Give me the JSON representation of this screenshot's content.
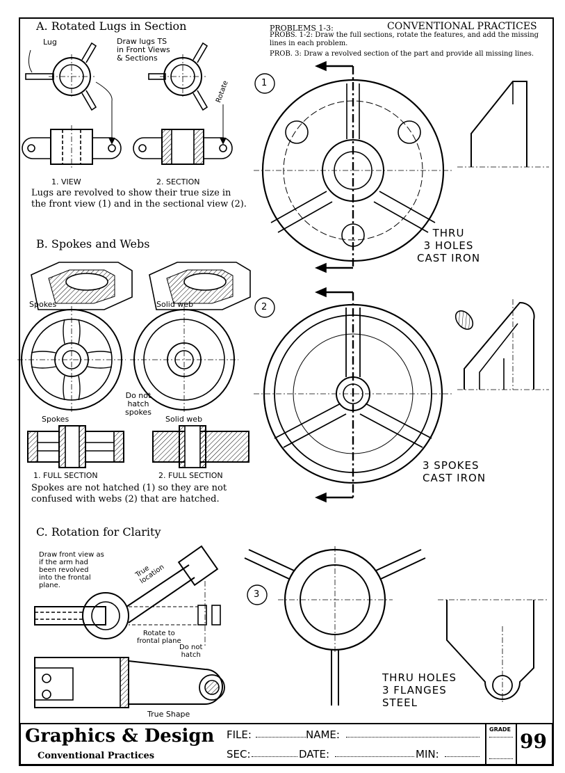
{
  "header": {
    "problems_title": "PROBLEMS 1-3:",
    "main_title": "CONVENTIONAL PRACTICES",
    "probs_1_2": "PROBS. 1-2: Draw the full sections, rotate the features, and add the missing lines in each problem.",
    "prob_3": "PROB. 3: Draw a revolved section of the part and provide all missing lines."
  },
  "section_a": {
    "heading": "A. Rotated Lugs in Section",
    "lug_label": "Lug",
    "draw_note": "Draw lugs TS\nin Front Views\n& Sections",
    "rotate_label": "Rotate",
    "view_label": "1. VIEW",
    "section_label": "2. SECTION",
    "caption": "Lugs are revolved to show their true size in the front view (1) and in the sectional view (2)."
  },
  "section_b": {
    "heading": "B. Spokes and Webs",
    "spokes_label": "Spokes",
    "solid_web_label": "Solid web",
    "do_not_hatch": "Do not\nhatch\nspokes",
    "spokes_label_2": "Spokes",
    "solid_web_label_2": "Solid web",
    "full_section_1": "1. FULL SECTION",
    "full_section_2": "2. FULL SECTION",
    "caption": "Spokes are not hatched (1) so they are not confused with webs (2) that are hatched."
  },
  "section_c": {
    "heading": "C. Rotation for Clarity",
    "draw_note": "Draw front view as\nif the arm had\nbeen revolved\ninto the frontal\nplane.",
    "true_location": "True\nlocation",
    "rotate_note": "Rotate to\nfrontal plane",
    "do_not_hatch": "Do not\nhatch",
    "true_shape": "True Shape"
  },
  "problems": {
    "p1_number": "1",
    "p1_note": "THRU\n3 HOLES\nCAST IRON",
    "p2_number": "2",
    "p2_note": "3 SPOKES\nCAST IRON",
    "p3_number": "3",
    "p3_note": "THRU HOLES\n3 FLANGES\nSTEEL"
  },
  "title_block": {
    "title": "Graphics & Design",
    "subtitle": "Conventional Practices",
    "file_label": "FILE:",
    "name_label": "NAME:",
    "sec_label": "SEC:",
    "date_label": "DATE:",
    "min_label": "MIN:",
    "grade_label": "GRADE",
    "sheet_number": "99"
  }
}
